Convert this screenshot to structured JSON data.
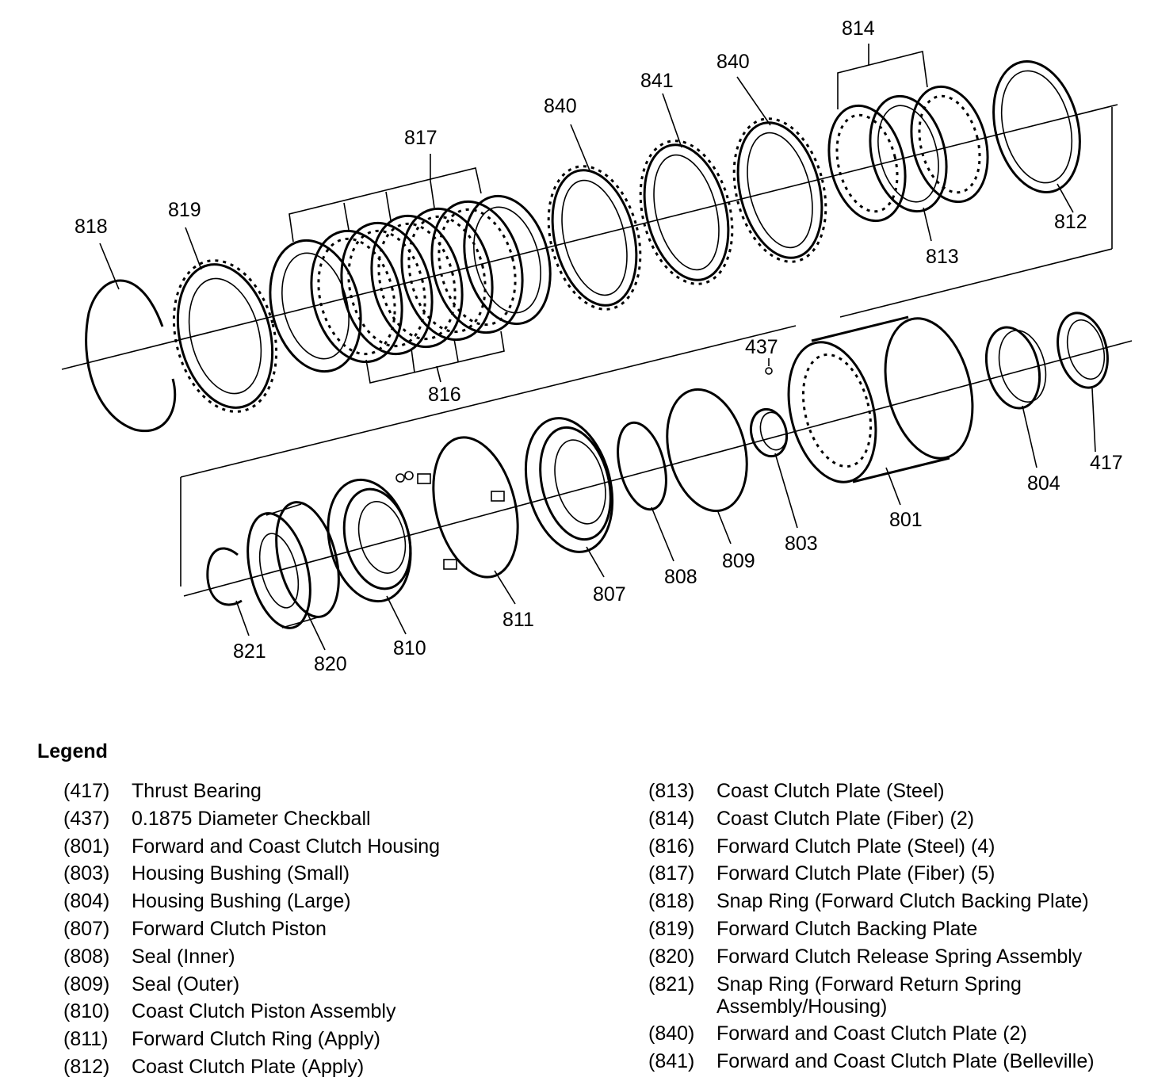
{
  "diagram": {
    "callouts": {
      "c818": "818",
      "c819": "819",
      "c817": "817",
      "c816": "816",
      "c840a": "840",
      "c841": "841",
      "c840b": "840",
      "c814": "814",
      "c813": "813",
      "c812": "812",
      "c437": "437",
      "c417": "417",
      "c804": "804",
      "c801": "801",
      "c803": "803",
      "c809": "809",
      "c808": "808",
      "c807": "807",
      "c811": "811",
      "c810": "810",
      "c820": "820",
      "c821": "821"
    }
  },
  "legend": {
    "heading": "Legend",
    "left": [
      {
        "code": "(417)",
        "text": "Thrust Bearing"
      },
      {
        "code": "(437)",
        "text": "0.1875 Diameter Checkball"
      },
      {
        "code": "(801)",
        "text": "Forward and Coast Clutch Housing"
      },
      {
        "code": "(803)",
        "text": "Housing Bushing (Small)"
      },
      {
        "code": "(804)",
        "text": "Housing Bushing (Large)"
      },
      {
        "code": "(807)",
        "text": "Forward Clutch Piston"
      },
      {
        "code": "(808)",
        "text": "Seal (Inner)"
      },
      {
        "code": "(809)",
        "text": "Seal (Outer)"
      },
      {
        "code": "(810)",
        "text": "Coast Clutch Piston Assembly"
      },
      {
        "code": "(811)",
        "text": "Forward Clutch Ring (Apply)"
      },
      {
        "code": "(812)",
        "text": "Coast Clutch Plate (Apply)"
      }
    ],
    "right": [
      {
        "code": "(813)",
        "text": "Coast Clutch Plate (Steel)"
      },
      {
        "code": "(814)",
        "text": "Coast Clutch Plate (Fiber) (2)"
      },
      {
        "code": "(816)",
        "text": "Forward Clutch Plate (Steel) (4)"
      },
      {
        "code": "(817)",
        "text": "Forward Clutch Plate (Fiber) (5)"
      },
      {
        "code": "(818)",
        "text": "Snap Ring (Forward Clutch Backing Plate)"
      },
      {
        "code": "(819)",
        "text": "Forward Clutch Backing Plate"
      },
      {
        "code": "(820)",
        "text": "Forward Clutch Release Spring Assembly"
      },
      {
        "code": "(821)",
        "text": "Snap Ring (Forward Return Spring\nAssembly/Housing)"
      },
      {
        "code": "(840)",
        "text": "Forward and Coast Clutch Plate (2)"
      },
      {
        "code": "(841)",
        "text": "Forward and Coast Clutch Plate (Belleville)"
      }
    ]
  }
}
